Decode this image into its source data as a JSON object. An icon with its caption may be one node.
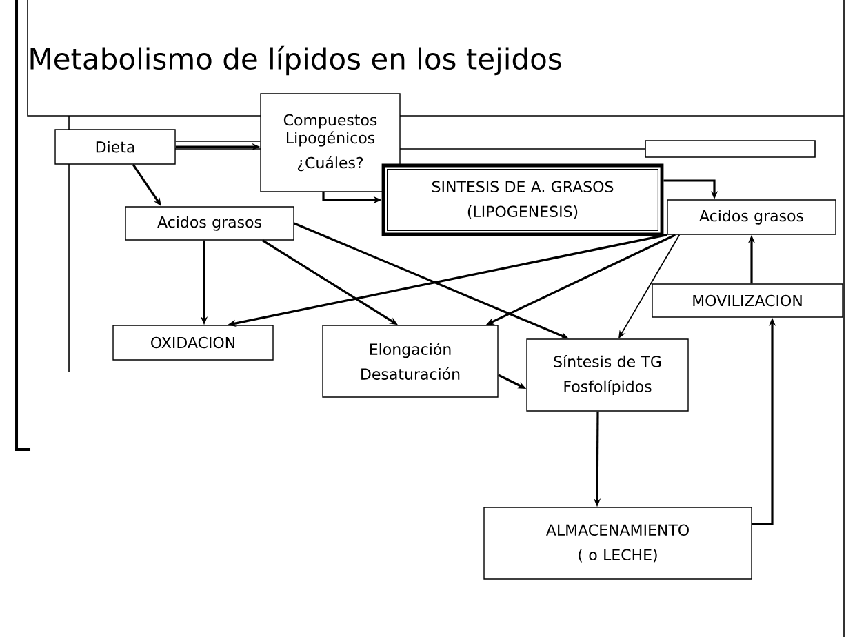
{
  "diagram": {
    "title": "Metabolismo de lípidos en los tejidos",
    "nodes": [
      {
        "text": [
          "Dieta"
        ]
      },
      {
        "text": [
          "Compuestos Lipogénicos",
          "¿Cuáles?"
        ]
      },
      {
        "text": [
          "SINTESIS DE A. GRASOS",
          "(LIPOGENESIS)"
        ]
      },
      {
        "text": [
          "Acidos grasos"
        ]
      },
      {
        "text": [
          "Acidos grasos"
        ]
      },
      {
        "text": [
          "MOVILIZACION"
        ]
      },
      {
        "text": [
          "OXIDACION"
        ]
      },
      {
        "text": [
          "Elongación",
          "Desaturación"
        ]
      },
      {
        "text": [
          "Síntesis de TG",
          "Fosfolípidos"
        ]
      },
      {
        "text": [
          "ALMACENAMIENTO",
          "( o LECHE)"
        ]
      }
    ],
    "edges": [
      {
        "from": 0,
        "to": 1,
        "arrow": "to"
      },
      {
        "from": 0,
        "to": 3,
        "arrow": "to"
      },
      {
        "from": 1,
        "to": 2,
        "arrow": "to"
      },
      {
        "from": 2,
        "to": 4,
        "arrow": "to"
      },
      {
        "from": 3,
        "to": 6,
        "arrow": "to"
      },
      {
        "from": 3,
        "to": 7,
        "arrow": "to"
      },
      {
        "from": 3,
        "to": 8,
        "arrow": "to"
      },
      {
        "from": 4,
        "to": 6,
        "arrow": "to"
      },
      {
        "from": 4,
        "to": 7,
        "arrow": "to"
      },
      {
        "from": 4,
        "to": 8,
        "arrow": "to"
      },
      {
        "from": 7,
        "to": 8,
        "arrow": "to"
      },
      {
        "from": 8,
        "to": 9,
        "arrow": "to"
      },
      {
        "from": 9,
        "to": 5,
        "arrow": "to"
      },
      {
        "from": 5,
        "to": 4,
        "arrow": "to"
      }
    ]
  }
}
